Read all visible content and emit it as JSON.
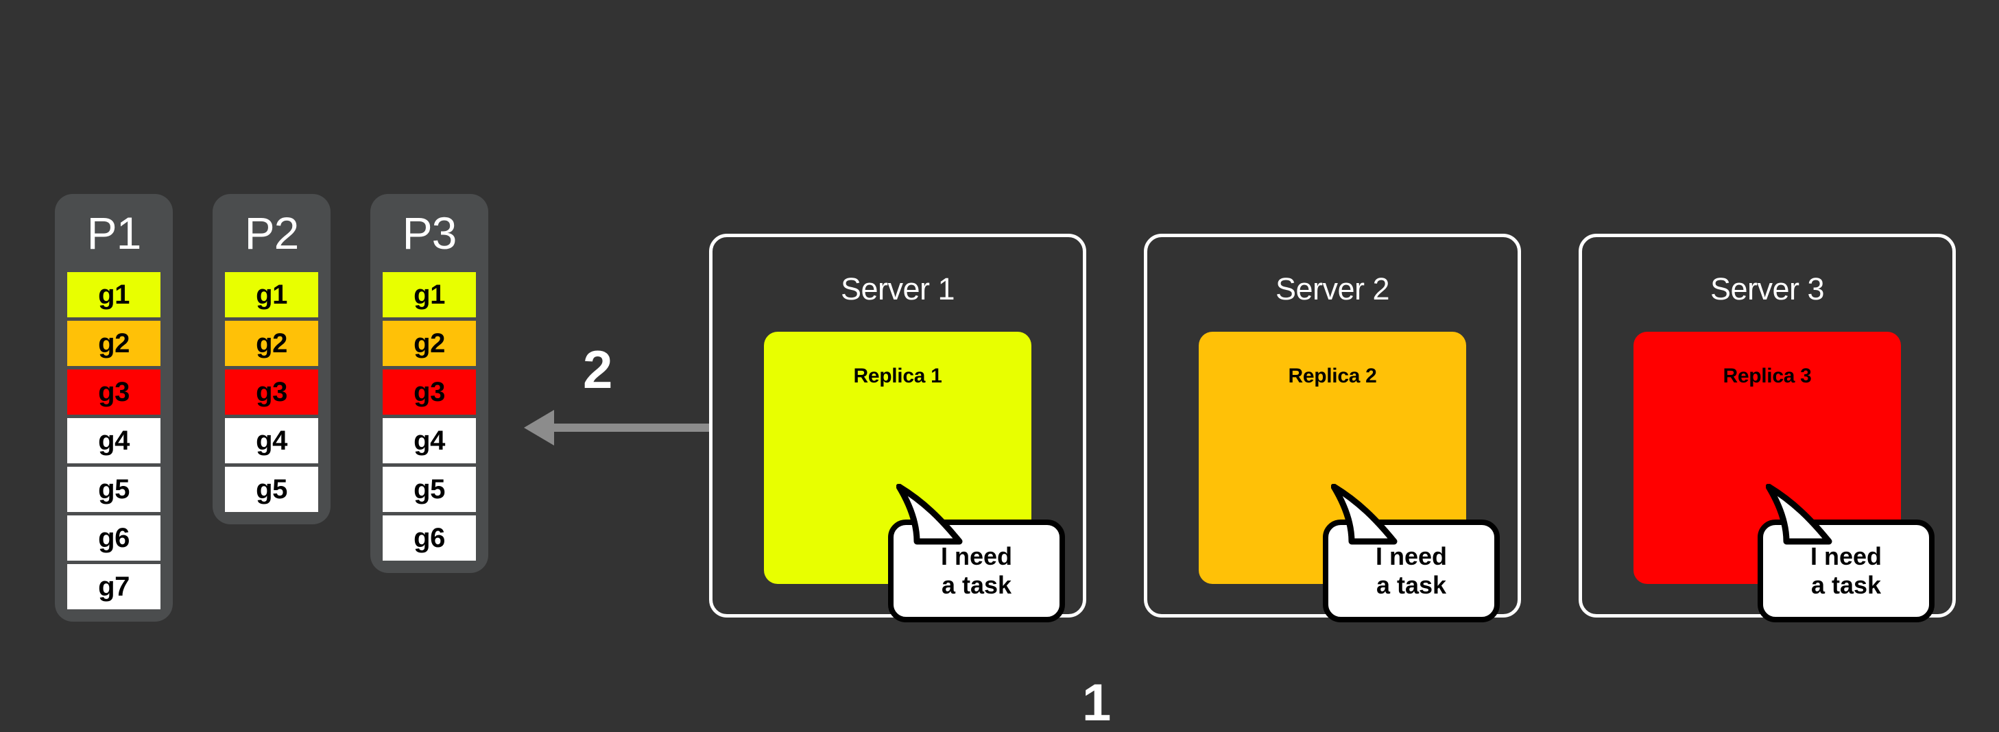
{
  "background_color": "#333333",
  "palette": {
    "yellow": "#E8FF00",
    "orange": "#FFC107",
    "red": "#FF0000",
    "white": "#FFFFFF",
    "column_bg": "#4B4D4E",
    "arrow_gray": "#8C8C8C",
    "canvas": "#333333"
  },
  "partitions": [
    {
      "title": "P1",
      "slots": [
        {
          "label": "g1",
          "color": "#E8FF00"
        },
        {
          "label": "g2",
          "color": "#FFC107"
        },
        {
          "label": "g3",
          "color": "#FF0000"
        },
        {
          "label": "g4",
          "color": "#FFFFFF"
        },
        {
          "label": "g5",
          "color": "#FFFFFF"
        },
        {
          "label": "g6",
          "color": "#FFFFFF"
        },
        {
          "label": "g7",
          "color": "#FFFFFF"
        }
      ]
    },
    {
      "title": "P2",
      "slots": [
        {
          "label": "g1",
          "color": "#E8FF00"
        },
        {
          "label": "g2",
          "color": "#FFC107"
        },
        {
          "label": "g3",
          "color": "#FF0000"
        },
        {
          "label": "g4",
          "color": "#FFFFFF"
        },
        {
          "label": "g5",
          "color": "#FFFFFF"
        }
      ]
    },
    {
      "title": "P3",
      "slots": [
        {
          "label": "g1",
          "color": "#E8FF00"
        },
        {
          "label": "g2",
          "color": "#FFC107"
        },
        {
          "label": "g3",
          "color": "#FF0000"
        },
        {
          "label": "g4",
          "color": "#FFFFFF"
        },
        {
          "label": "g5",
          "color": "#FFFFFF"
        },
        {
          "label": "g6",
          "color": "#FFFFFF"
        }
      ]
    }
  ],
  "steps": {
    "step_one": "1",
    "step_two": "2"
  },
  "arrow": {
    "direction": "left",
    "color": "#8C8C8C"
  },
  "servers": [
    {
      "title": "Server 1",
      "replica_label": "Replica 1",
      "replica_color": "#E8FF00",
      "bubble_line1": "I need",
      "bubble_line2": "a task"
    },
    {
      "title": "Server 2",
      "replica_label": "Replica 2",
      "replica_color": "#FFC107",
      "bubble_line1": "I need",
      "bubble_line2": "a task"
    },
    {
      "title": "Server 3",
      "replica_label": "Replica 3",
      "replica_color": "#FF0000",
      "bubble_line1": "I need",
      "bubble_line2": "a task"
    }
  ]
}
